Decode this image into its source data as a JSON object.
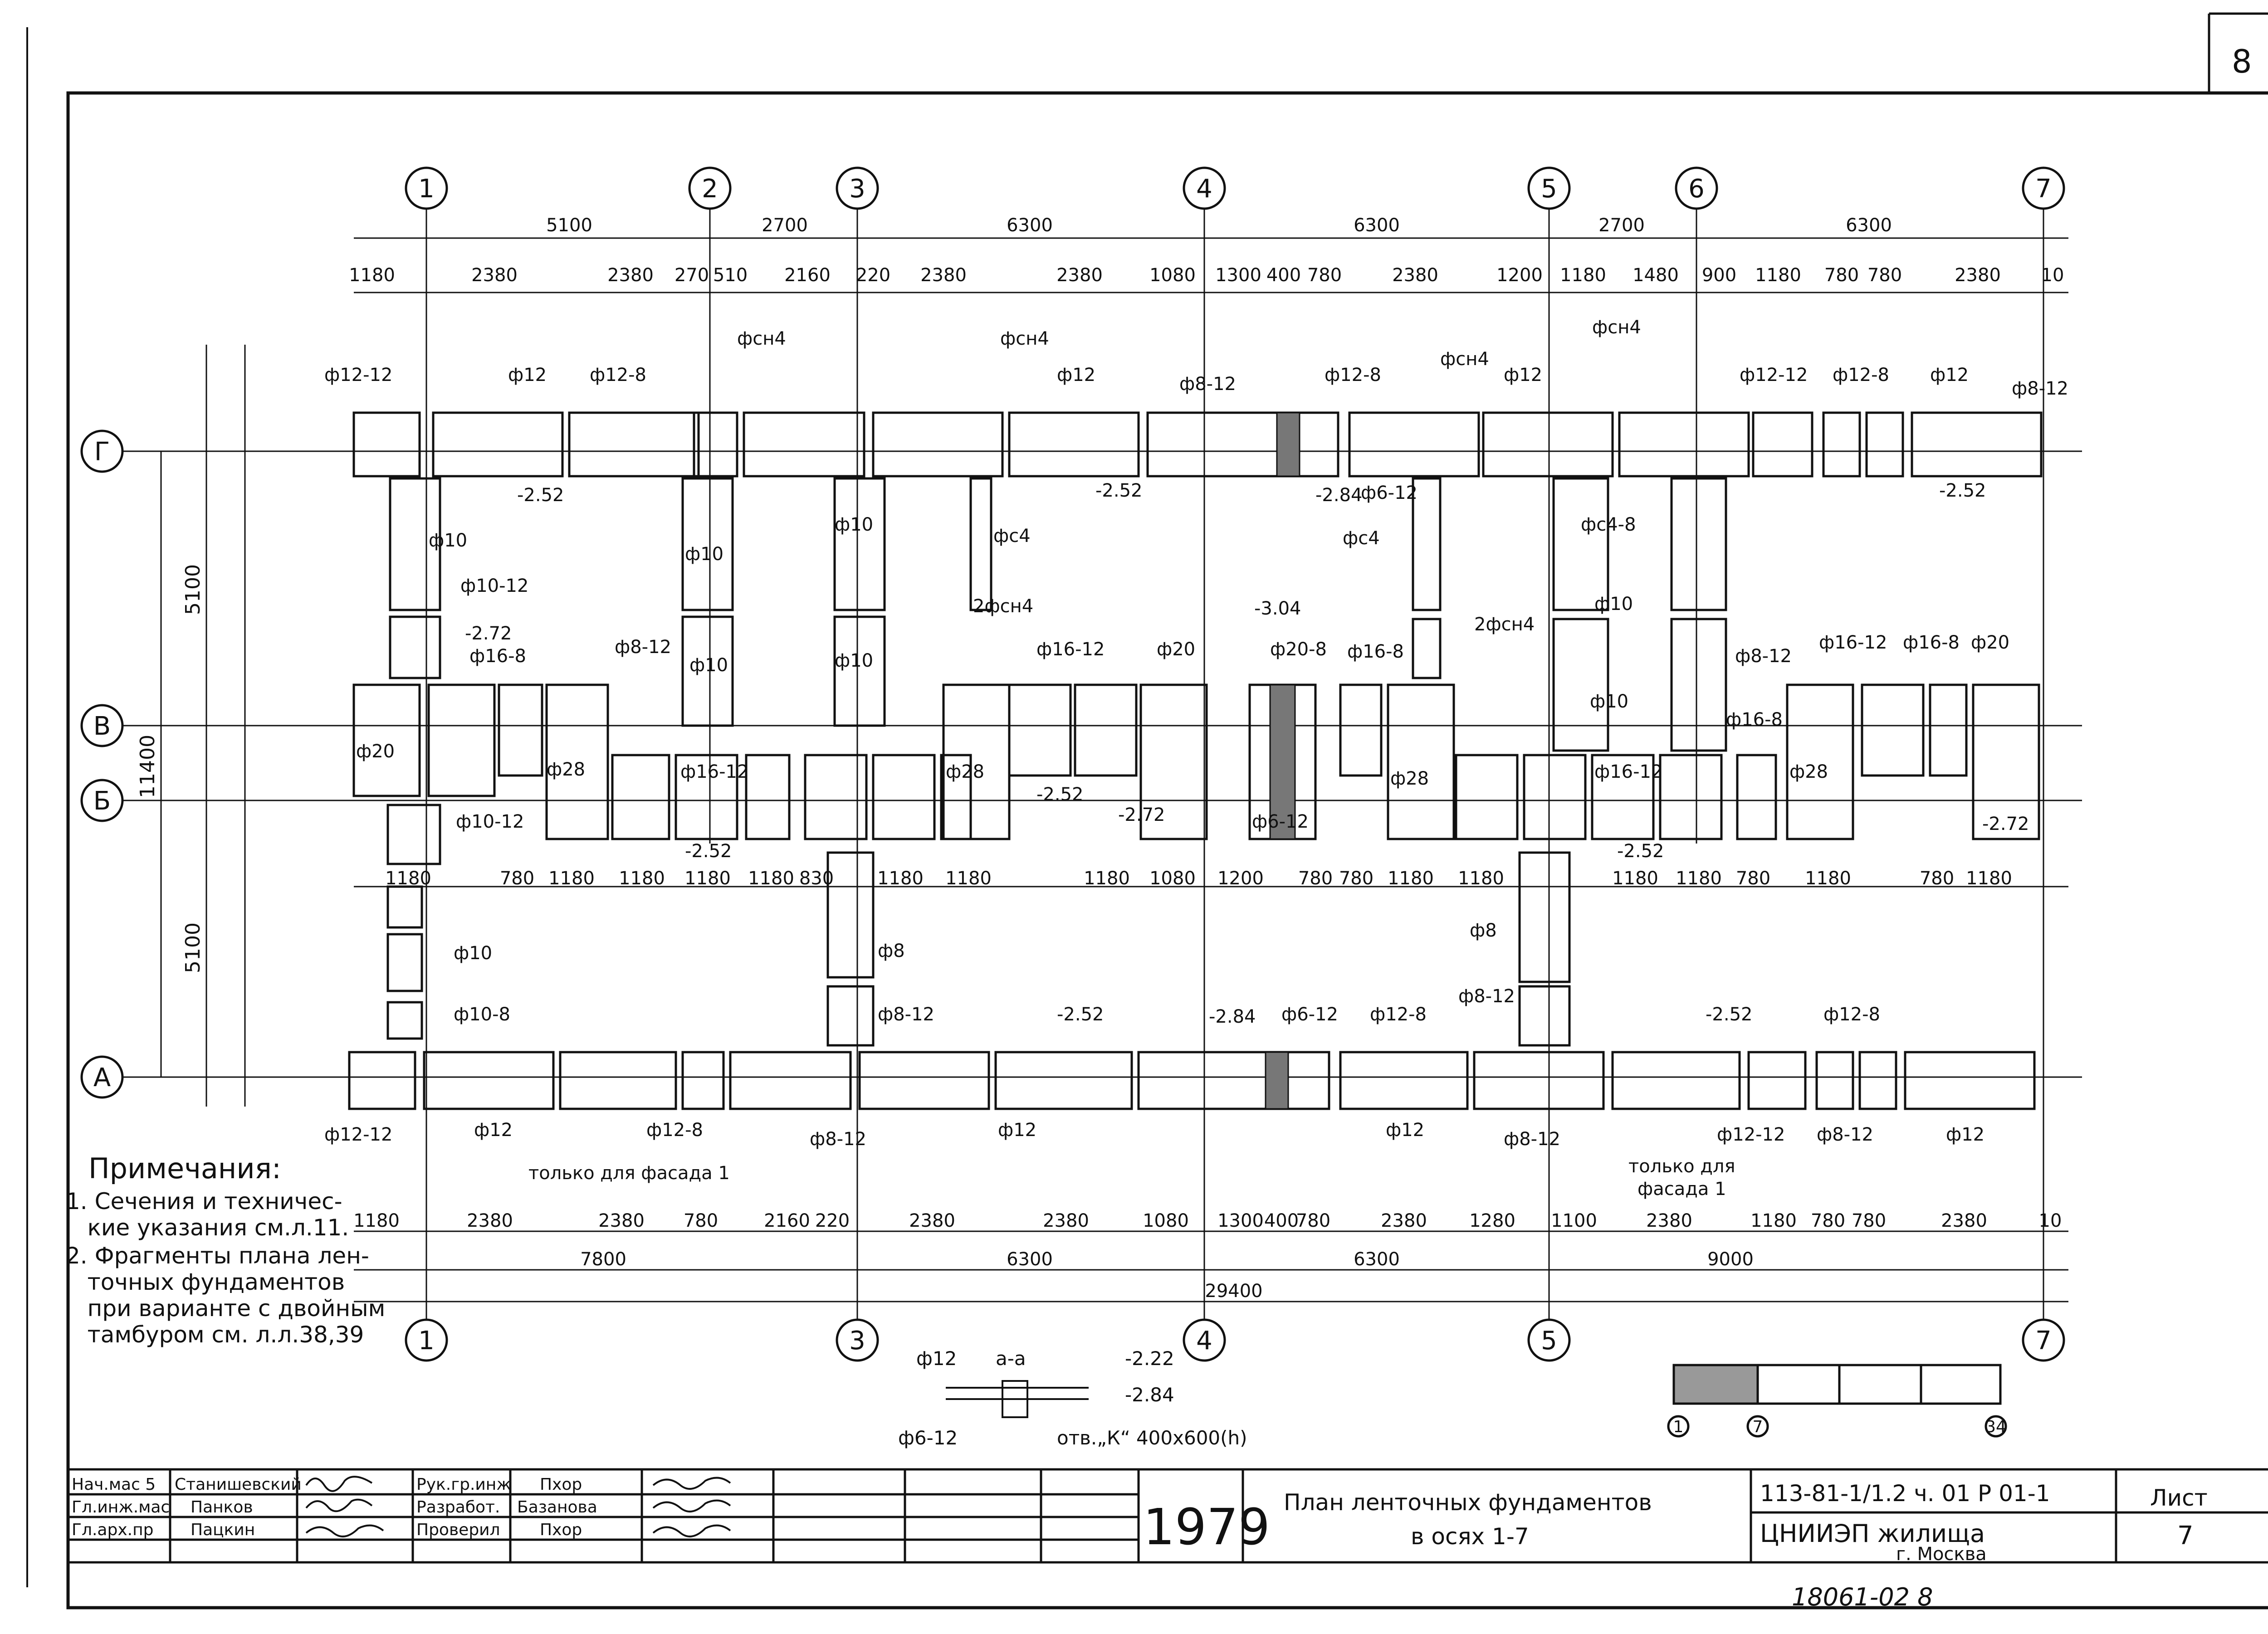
{
  "page_number": "8",
  "axes_vertical": [
    "1",
    "2",
    "3",
    "4",
    "5",
    "6",
    "7"
  ],
  "axes_horizontal": [
    "Г",
    "В",
    "Б",
    "А"
  ],
  "top_spans": [
    "5100",
    "2700",
    "6300",
    "6300",
    "2700",
    "6300"
  ],
  "left_dims": [
    "5100",
    "11400",
    "5100"
  ],
  "bottom_totals": [
    "7800",
    "6300",
    "6300",
    "9000",
    "29400"
  ],
  "bottom_row": [
    "1180",
    "2380",
    "2380",
    "780",
    "2160",
    "220",
    "2380",
    "2380",
    "1080",
    "1300",
    "400",
    "780",
    "2380",
    "1280",
    "1100",
    "2380",
    "1180",
    "780",
    "780",
    "2380",
    "10"
  ],
  "top_row": [
    "1180",
    "2380",
    "2380",
    "270",
    "510",
    "2160",
    "220",
    "2380",
    "2380",
    "1080",
    "1300",
    "400",
    "780",
    "2380",
    "1200",
    "1180",
    "1480",
    "900",
    "1180",
    "780",
    "780",
    "2380",
    "10"
  ],
  "mid_row": [
    "1180",
    "780",
    "1180",
    "1180",
    "1180",
    "1180",
    "830",
    "1180",
    "1180",
    "1180",
    "1080",
    "1200",
    "780",
    "780",
    "1180",
    "1180",
    "1180",
    "1180",
    "780",
    "1180",
    "780",
    "1180"
  ],
  "labels": {
    "f12_12": "ф12-12",
    "f12": "ф12",
    "f12_8": "ф12-8",
    "f8_12": "ф8-12",
    "f10": "ф10",
    "f10_12": "ф10-12",
    "f10_8": "ф10-8",
    "f16_8": "ф16-8",
    "f16_12": "ф16-12",
    "f20": "ф20",
    "f20_8": "ф20-8",
    "f28": "ф28",
    "f6_12": "ф6-12",
    "f8": "ф8",
    "fsn4": "фсн4",
    "fs4": "фс4",
    "fs4_8": "фс4-8",
    "f2sn4": "2фсн4",
    "fsk4": "фс4"
  },
  "levels": [
    "-2.52",
    "-2.72",
    "-2.84",
    "-3.04",
    "-2.22"
  ],
  "only_facade": "только для фасада 1",
  "only_facade_b1": "только для",
  "only_facade_b2": "фасада 1",
  "section_title": "а-а",
  "section_f12": "ф12",
  "section_f6": "ф6-12",
  "section_lvl1": "-2.22",
  "section_lvl2": "-2.84",
  "section_note": "отв.„К“ 400х600(h)",
  "key_labels": [
    "1",
    "7",
    "34"
  ],
  "notes": {
    "title": "Примечания:",
    "n1": "1. Сечения и техничес-\n   кие указания см.л.11.",
    "n2": "2. Фрагменты плана лен-\n   точных фундаментов\n   при варианте с двойным\n   тамбуром см. л.л.38,39"
  },
  "title_block": {
    "roles_left": [
      "Нач.мас 5",
      "Гл.инж.мас",
      "Гл.арх.пр"
    ],
    "names_left": [
      "Станишевский",
      "Панков",
      "Пацкин"
    ],
    "roles_mid": [
      "Рук.гр.инж",
      "Разработ.",
      "Проверил"
    ],
    "names_mid": [
      "Пхор",
      "Базанова",
      "Пхор"
    ],
    "year": "1979",
    "title_line1": "План ленточных фундаментов",
    "title_line2": "в осях 1-7",
    "code": "113-81-1/1.2 ч. 01 Р 01-1",
    "org": "ЦНИИЭП жилища",
    "city": "г. Москва",
    "sheet_label": "Лист",
    "sheet_no": "7"
  },
  "footer_stamp": "18061-02    8"
}
